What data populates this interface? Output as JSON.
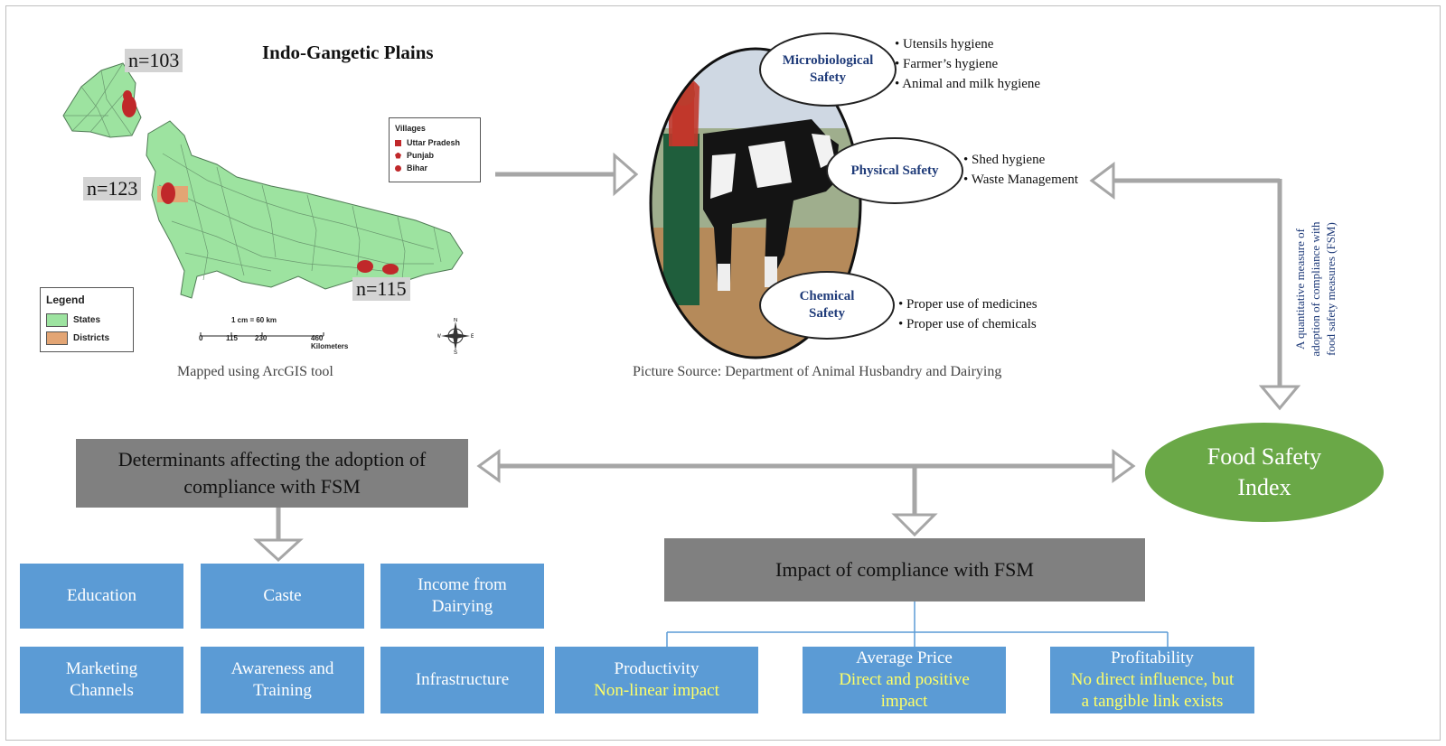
{
  "map": {
    "title": "Indo-Gangetic Plains",
    "n_punjab": "n=103",
    "n_up": "n=123",
    "n_bihar": "n=115",
    "caption": "Mapped using ArcGIS tool",
    "villages_title": "Villages",
    "villages": [
      "Uttar Pradesh",
      "Punjab",
      "Bihar"
    ],
    "legend_title": "Legend",
    "legend_items": [
      "States",
      "Districts"
    ],
    "scale_text": "1 cm = 60 km",
    "scale_ticks": [
      "0",
      "115",
      "230",
      "460 Kilometers"
    ],
    "compass": [
      "N",
      "S",
      "E",
      "W"
    ]
  },
  "picture": {
    "caption": "Picture Source: Department of Animal Husbandry and Dairying"
  },
  "safety": {
    "microbiological": {
      "line1": "Microbiological",
      "line2": "Safety",
      "bullets": [
        "Utensils hygiene",
        "Farmer’s hygiene",
        "Animal and milk hygiene"
      ]
    },
    "physical": {
      "label": "Physical Safety",
      "bullets": [
        "Shed hygiene",
        "Waste Management"
      ]
    },
    "chemical": {
      "line1": "Chemical",
      "line2": "Safety",
      "bullets": [
        "Proper use of medicines",
        "Proper use of chemicals"
      ]
    }
  },
  "vertical_note": "A quantitative measure of adoption of compliance with food safety measures (FSM)",
  "determinants": {
    "title_line1": "Determinants affecting the adoption of",
    "title_line2": "compliance with FSM",
    "items": [
      {
        "line1": "Education",
        "line2": ""
      },
      {
        "line1": "Caste",
        "line2": ""
      },
      {
        "line1": "Income from",
        "line2": "Dairying"
      },
      {
        "line1": "Marketing",
        "line2": "Channels"
      },
      {
        "line1": "Awareness and",
        "line2": "Training"
      },
      {
        "line1": "Infrastructure",
        "line2": ""
      }
    ]
  },
  "fsi": {
    "line1": "Food Safety",
    "line2": "Index"
  },
  "impact": {
    "title": "Impact of compliance with FSM",
    "productivity": {
      "label": "Productivity",
      "note": "Non-linear impact"
    },
    "price": {
      "label": "Average Price",
      "note1": "Direct and positive",
      "note2": "impact"
    },
    "profitability": {
      "label": "Profitability",
      "note1": "No direct influence, but",
      "note2": "a tangible link exists"
    }
  },
  "colors": {
    "map_green": "#9de3a0",
    "district_red": "#c0282a",
    "gray_box": "#808080",
    "blue_box": "#5b9bd5",
    "fsi_green": "#6aa847",
    "note_yellow": "#ffff66",
    "arrow_gray": "#a6a6a6"
  }
}
